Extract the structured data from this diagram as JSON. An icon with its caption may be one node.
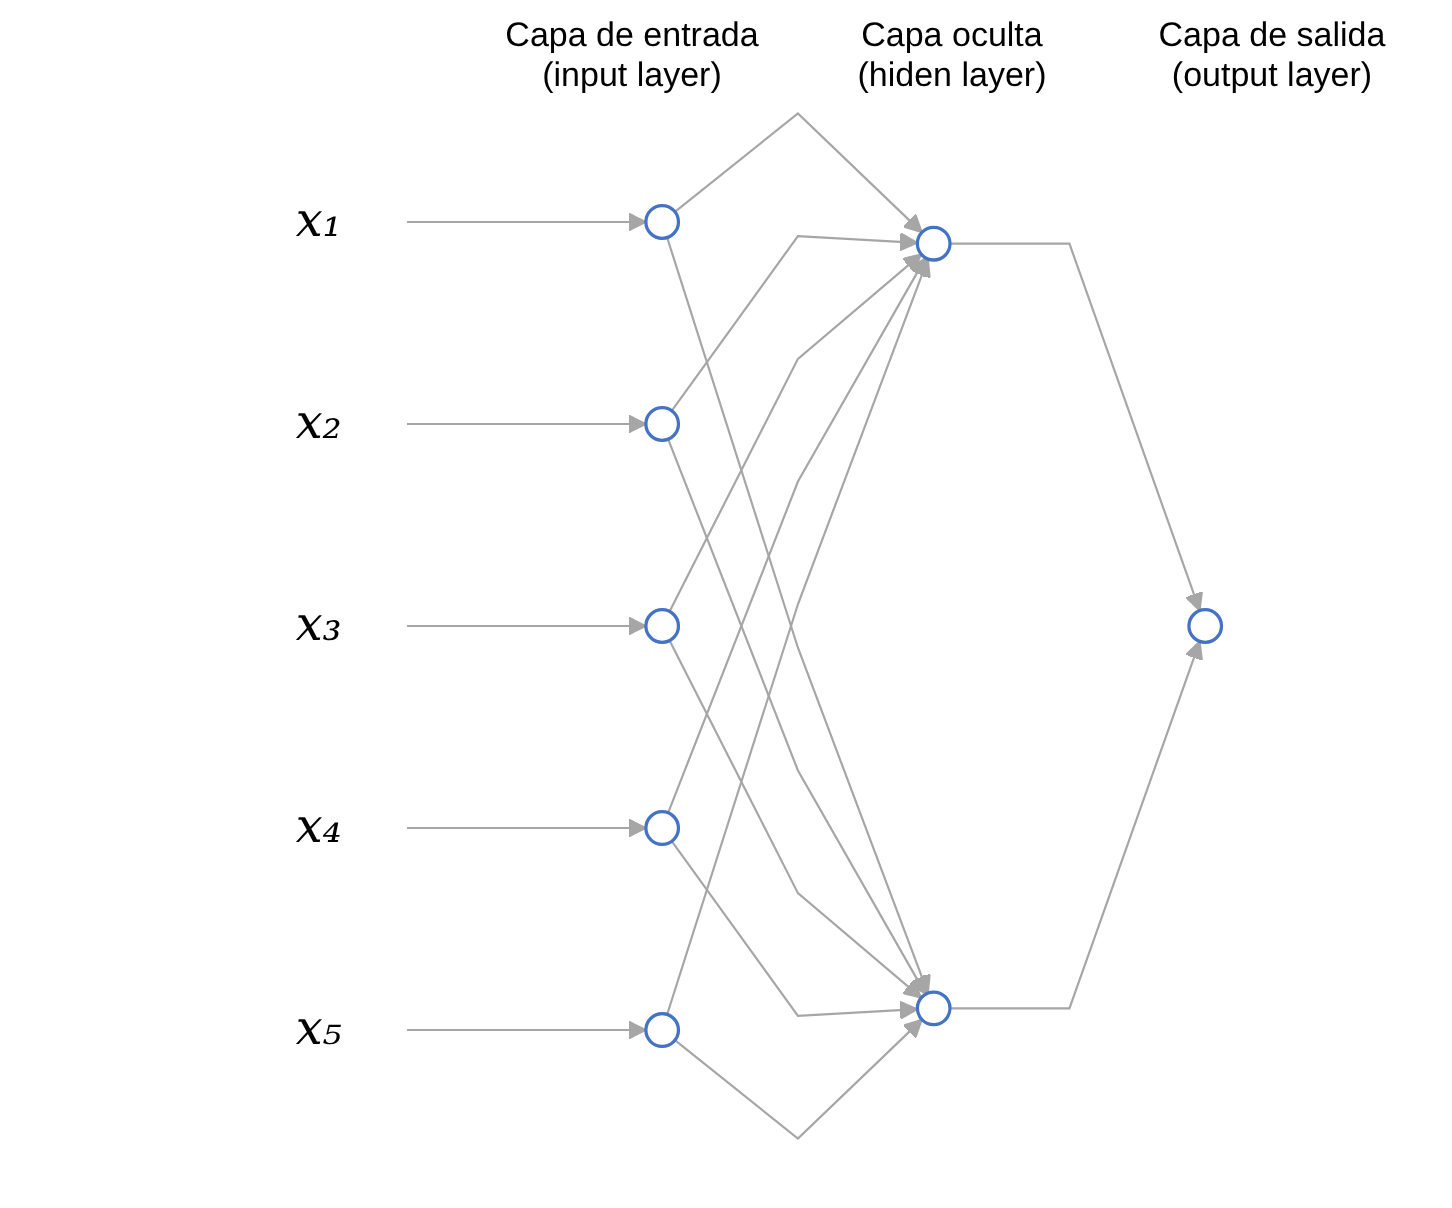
{
  "diagram": {
    "nodes": [
      {
        "text": [
          "x₁"
        ]
      },
      {
        "text": [
          "x₂"
        ]
      },
      {
        "text": [
          "x₃"
        ]
      },
      {
        "text": [
          "x₄"
        ]
      },
      {
        "text": [
          "x₅"
        ]
      },
      {
        "text": [],
        "shape": "circle"
      },
      {
        "text": [],
        "shape": "circle"
      },
      {
        "text": [],
        "shape": "circle"
      },
      {
        "text": [],
        "shape": "circle"
      },
      {
        "text": [],
        "shape": "circle"
      },
      {
        "text": [],
        "shape": "circle"
      },
      {
        "text": [],
        "shape": "circle"
      },
      {
        "text": [],
        "shape": "circle"
      }
    ],
    "edges": [
      {
        "from": 0,
        "to": 5,
        "arrow": "to"
      },
      {
        "from": 1,
        "to": 6,
        "arrow": "to"
      },
      {
        "from": 2,
        "to": 7,
        "arrow": "to"
      },
      {
        "from": 3,
        "to": 8,
        "arrow": "to"
      },
      {
        "from": 4,
        "to": 9,
        "arrow": "to"
      },
      {
        "from": 5,
        "to": 10,
        "arrow": "to"
      },
      {
        "from": 5,
        "to": 11,
        "arrow": "to"
      },
      {
        "from": 6,
        "to": 10,
        "arrow": "to"
      },
      {
        "from": 6,
        "to": 11,
        "arrow": "to"
      },
      {
        "from": 7,
        "to": 10,
        "arrow": "to"
      },
      {
        "from": 7,
        "to": 11,
        "arrow": "to"
      },
      {
        "from": 8,
        "to": 10,
        "arrow": "to"
      },
      {
        "from": 8,
        "to": 11,
        "arrow": "to"
      },
      {
        "from": 9,
        "to": 10,
        "arrow": "to"
      },
      {
        "from": 9,
        "to": 11,
        "arrow": "to"
      },
      {
        "from": 10,
        "to": 12,
        "arrow": "to"
      },
      {
        "from": 11,
        "to": 12,
        "arrow": "to"
      }
    ],
    "labels": [
      "Capa de entrada (input layer)",
      "Capa oculta (hiden layer)",
      "Capa de salida (output layer)"
    ]
  }
}
